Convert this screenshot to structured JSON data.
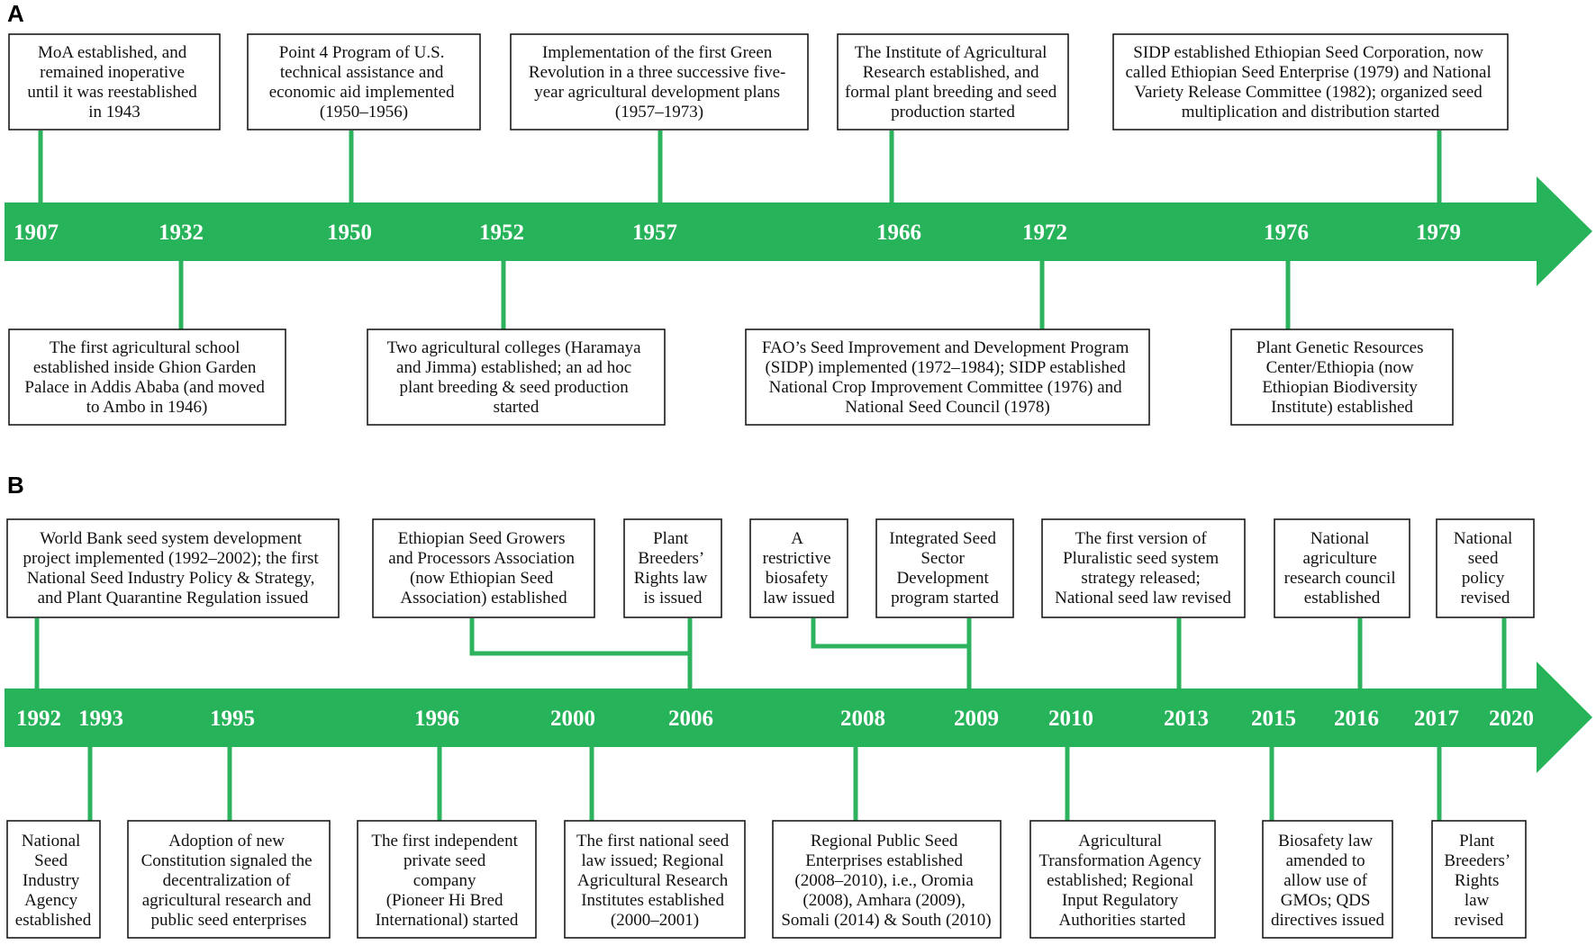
{
  "colors": {
    "arrow": "#27b35a",
    "connector": "#2db35d",
    "box_border": "#1a1a1a",
    "year_text": "#ffffff"
  },
  "panels": [
    {
      "letter": "A",
      "years": [
        "1907",
        "1932",
        "1950",
        "1952",
        "1957",
        "1966",
        "1972",
        "1976",
        "1979"
      ],
      "events_above": [
        {
          "year": "1907",
          "lines": [
            "MoA established, and",
            "remained  inoperative",
            "until it was reestablished",
            "in 1943"
          ]
        },
        {
          "year": "1950",
          "lines": [
            "Point 4 Program of U.S.",
            "technical assistance and",
            "economic aid implemented",
            "(1950–1956)"
          ]
        },
        {
          "year": "1957",
          "lines": [
            "Implementation of the first Green",
            "Revolution in a three successive five-",
            "year agricultural development plans",
            "(1957–1973)"
          ]
        },
        {
          "year": "1966",
          "lines": [
            "The Institute of Agricultural",
            "Research established, and",
            "formal plant breeding and seed",
            "production started"
          ]
        },
        {
          "year": "1979",
          "lines": [
            "SIDP established Ethiopian Seed Corporation, now",
            "called Ethiopian Seed Enterprise (1979) and National",
            "Variety Release Committee (1982); organized seed",
            "multiplication and distribution started"
          ]
        }
      ],
      "events_below": [
        {
          "year": "1932",
          "lines": [
            "The first agricultural school",
            "established inside Ghion Garden",
            "Palace in Addis Ababa (and moved",
            "to Ambo in 1946)"
          ]
        },
        {
          "year": "1952",
          "lines": [
            "Two agricultural colleges (Haramaya",
            "and Jimma) established; an ad hoc",
            "plant breeding & seed production",
            "started"
          ]
        },
        {
          "year": "1972",
          "lines": [
            "FAO’s Seed Improvement and Development Program",
            "(SIDP) implemented (1972–1984); SIDP established",
            "National Crop Improvement Committee (1976) and",
            "National Seed Council (1978)"
          ]
        },
        {
          "year": "1976",
          "lines": [
            "Plant Genetic Resources",
            "Center/Ethiopia (now",
            "Ethiopian Biodiversity",
            "Institute) established"
          ]
        }
      ]
    },
    {
      "letter": "B",
      "years": [
        "1992",
        "1993",
        "1995",
        "1996",
        "2000",
        "2006",
        "2008",
        "2009",
        "2010",
        "2013",
        "2015",
        "2016",
        "2017",
        "2020"
      ],
      "events_above": [
        {
          "year": "1992",
          "lines": [
            "World Bank seed system development",
            "project  implemented (1992–2002); the first",
            "National Seed Industry Policy & Strategy,",
            "and Plant Quarantine Regulation issued"
          ]
        },
        {
          "year": "2006",
          "lines": [
            "Ethiopian Seed Growers",
            "and Processors Association",
            "(now Ethiopian Seed",
            "Association) established"
          ]
        },
        {
          "year": "2006",
          "lines": [
            "Plant",
            "Breeders’",
            "Rights law",
            "is issued"
          ]
        },
        {
          "year": "2009",
          "lines": [
            "A",
            "restrictive",
            "biosafety",
            "law issued"
          ]
        },
        {
          "year": "2009",
          "lines": [
            "Integrated Seed",
            "Sector",
            "Development",
            "program started"
          ]
        },
        {
          "year": "2013",
          "lines": [
            "The first version of",
            "Pluralistic seed system",
            "strategy released;",
            "National seed law revised"
          ]
        },
        {
          "year": "2016",
          "lines": [
            "National",
            "agriculture",
            "research council",
            "established"
          ]
        },
        {
          "year": "2020",
          "lines": [
            "National",
            "seed",
            "policy",
            "revised"
          ]
        }
      ],
      "events_below": [
        {
          "year": "1993",
          "lines": [
            "National",
            "Seed",
            "Industry",
            "Agency",
            "established"
          ]
        },
        {
          "year": "1995",
          "lines": [
            "Adoption of  new",
            "Constitution signaled the",
            "decentralization of",
            "agricultural research and",
            "public seed enterprises"
          ]
        },
        {
          "year": "1996",
          "lines": [
            "The first independent",
            "private seed",
            "company",
            "(Pioneer Hi Bred",
            "International) started"
          ]
        },
        {
          "year": "2000",
          "lines": [
            "The first national seed",
            "law issued; Regional",
            "Agricultural Research",
            "Institutes established",
            "(2000–2001)"
          ]
        },
        {
          "year": "2008",
          "lines": [
            "Regional Public Seed",
            "Enterprises established",
            "(2008–2010), i.e., Oromia",
            "(2008), Amhara (2009),",
            "Somali (2014) & South (2010)"
          ]
        },
        {
          "year": "2010",
          "lines": [
            "Agricultural",
            "Transformation Agency",
            "established; Regional",
            "Input Regulatory",
            "Authorities started"
          ]
        },
        {
          "year": "2015",
          "lines": [
            "Biosafety law",
            "amended to",
            "allow use of",
            "GMOs; QDS",
            "directives issued"
          ]
        },
        {
          "year": "2017",
          "lines": [
            "Plant",
            "Breeders’",
            "Rights",
            "law",
            "revised"
          ]
        }
      ]
    }
  ]
}
